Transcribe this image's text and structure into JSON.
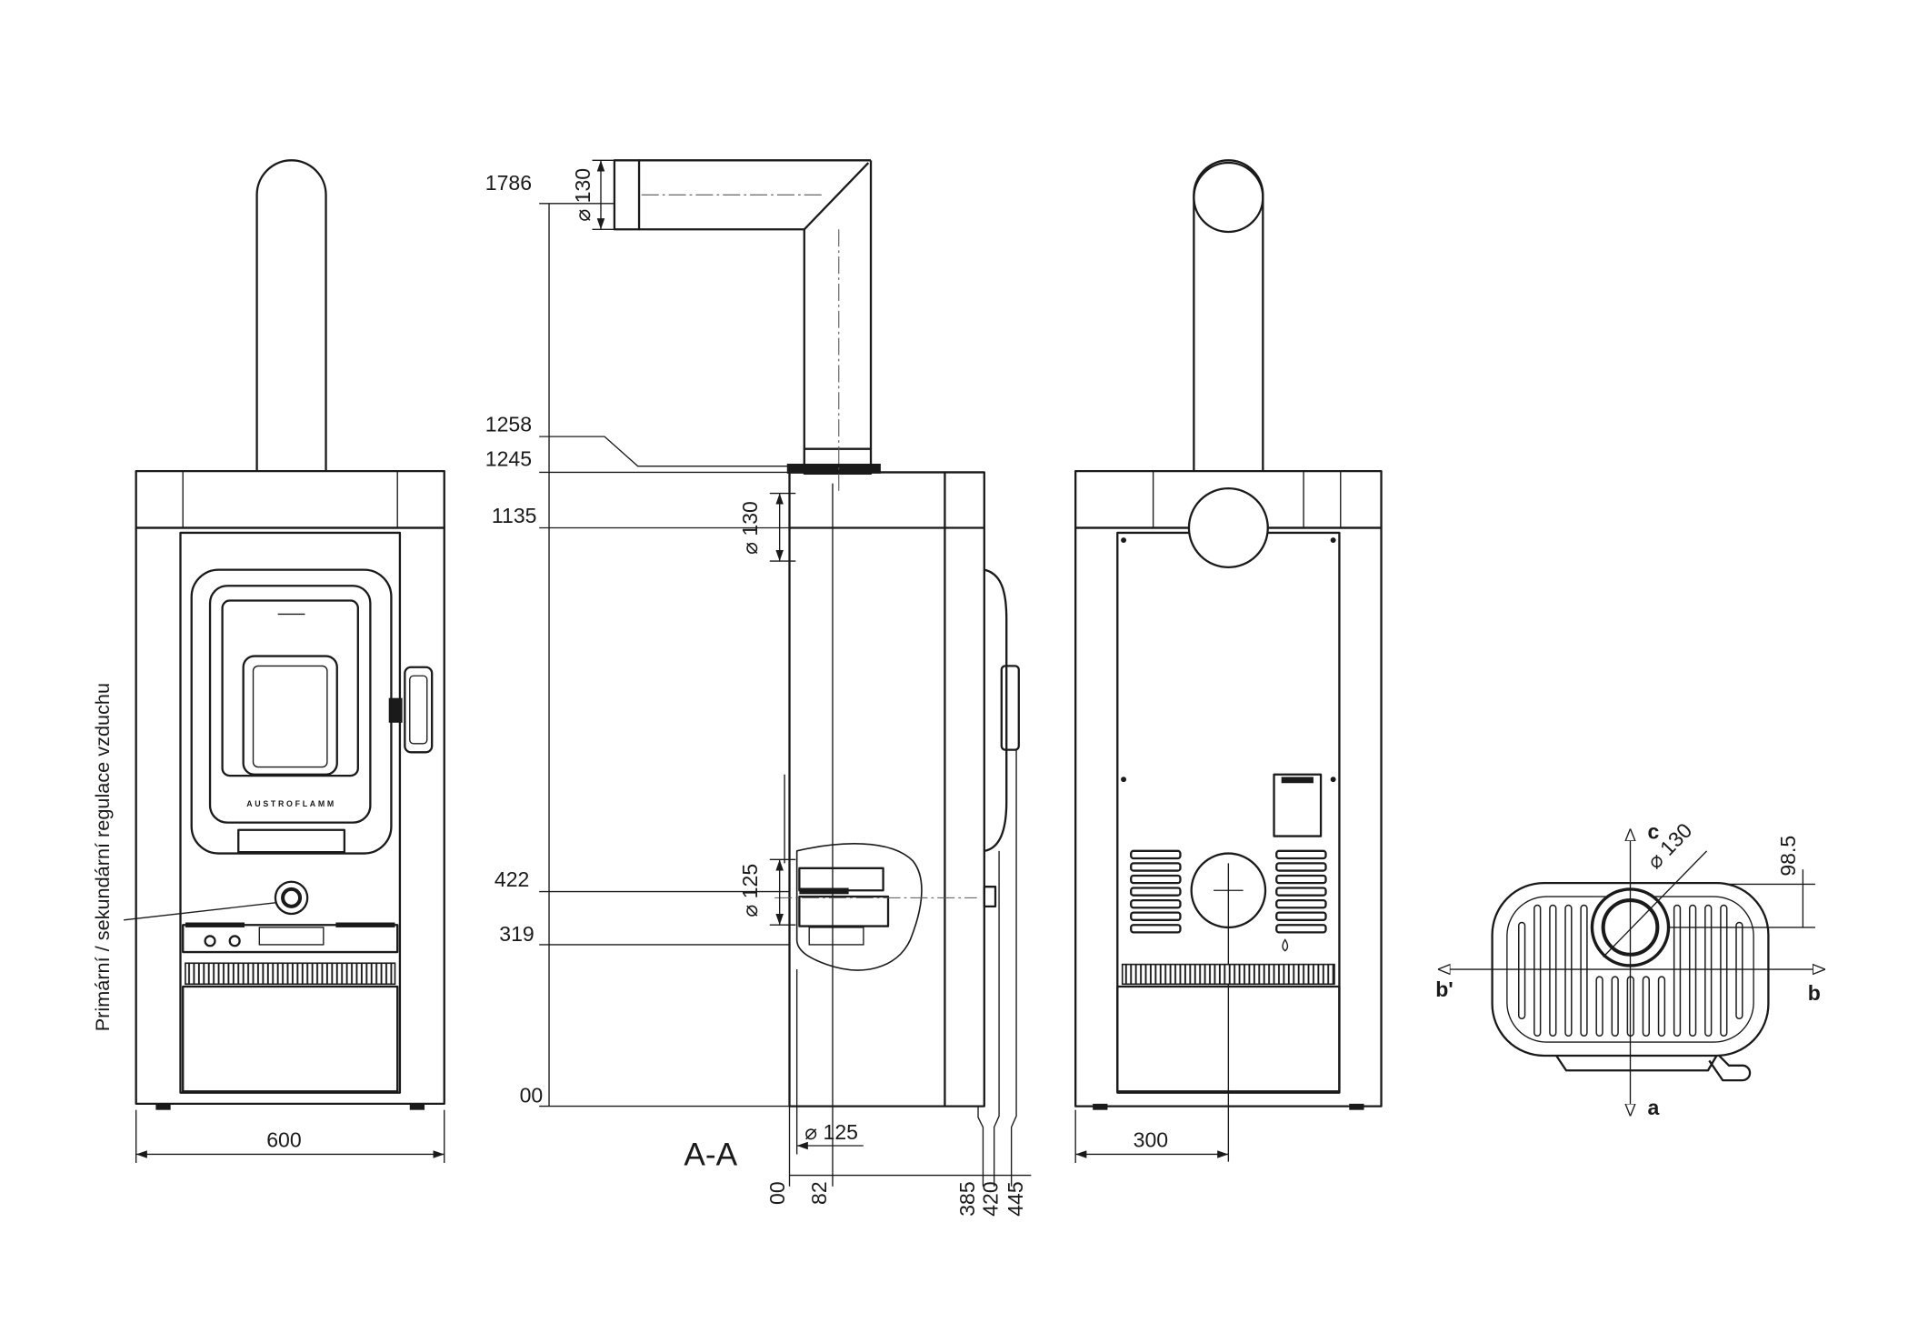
{
  "front_view": {
    "brand": "AUSTROFLAMM",
    "air_control_label": "Primární / sekundární regulace vzduchu",
    "width": "600"
  },
  "section_view": {
    "title": "A-A",
    "height_labels": [
      "1786",
      "1258",
      "1245",
      "1135",
      "422",
      "319",
      "00"
    ],
    "diameter_labels": [
      "⌀ 130",
      "⌀ 130",
      "⌀ 125",
      "⌀ 125"
    ],
    "depth_labels": [
      "00",
      "82",
      "385",
      "420",
      "445"
    ]
  },
  "rear_view": {
    "half_width": "300"
  },
  "top_view": {
    "diameter": "⌀ 130",
    "offset": "98.5",
    "axis_labels": {
      "c": "c",
      "a": "a",
      "b_left": "b'",
      "b_right": "b"
    }
  }
}
